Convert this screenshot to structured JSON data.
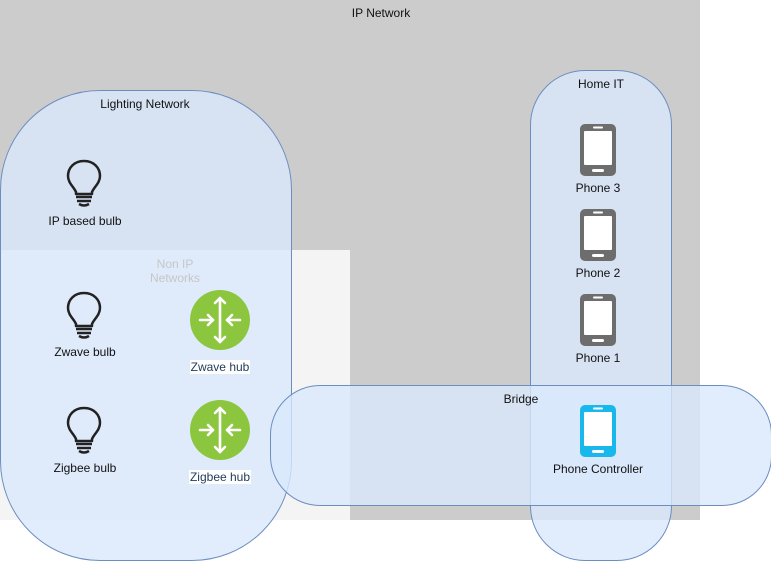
{
  "regions": {
    "ip_network": "IP Network",
    "non_ip_line1": "Non IP",
    "non_ip_line2": "Networks",
    "lighting_network": "Lighting Network",
    "home_it": "Home IT",
    "bridge": "Bridge"
  },
  "devices": {
    "ip_bulb": "IP based bulb",
    "zwave_bulb": "Zwave bulb",
    "zigbee_bulb": "Zigbee bulb",
    "zwave_hub": "Zwave hub",
    "zigbee_hub": "Zigbee hub",
    "phone3": "Phone 3",
    "phone2": "Phone 2",
    "phone1": "Phone 1",
    "phone_controller": "Phone Controller"
  },
  "colors": {
    "ip_region": "#cccccc",
    "non_ip_region": "#f4f4f4",
    "pill_fill": "#dae8fc",
    "pill_stroke": "#6c8ebf",
    "hub_green": "#8cc63f",
    "phone_gray": "#6d6d6d",
    "phone_blue": "#19b8ec"
  },
  "icons": {
    "bulb": "lightbulb-icon",
    "hub": "router-hub-icon",
    "phone": "smartphone-icon"
  }
}
